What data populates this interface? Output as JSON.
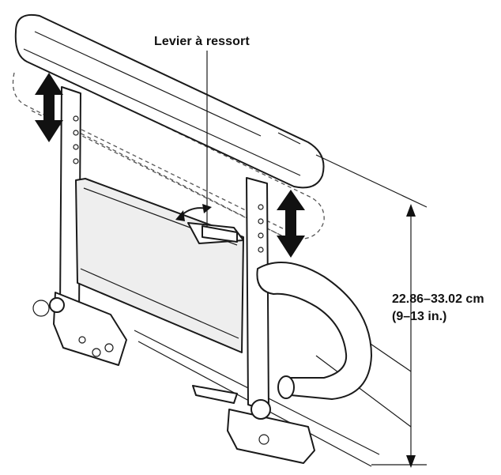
{
  "labels": {
    "spring_lever": "Levier à ressort",
    "height_range_cm": "22.86–33.02 cm",
    "height_range_in": "(9–13 in.)"
  },
  "colors": {
    "line": "#1a1a1a",
    "dashed": "#555555",
    "background": "#ffffff"
  },
  "icons": {
    "height_arrow": "double-vertical-arrow",
    "lever_arrow": "curved-double-arrow"
  }
}
